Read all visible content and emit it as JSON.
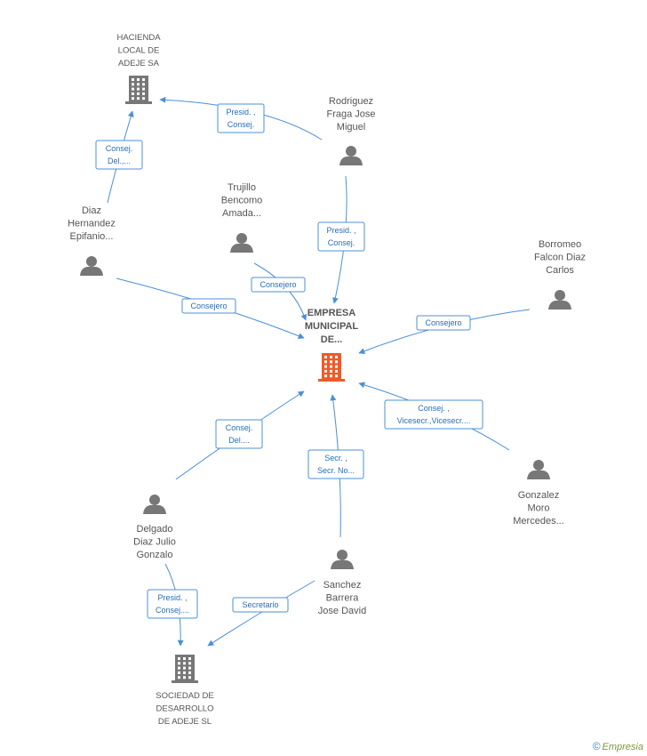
{
  "colors": {
    "edge": "#4a90d9",
    "person_icon": "#777777",
    "company_icon": "#777777",
    "center_icon": "#f05a28",
    "label": "#555555"
  },
  "center": {
    "label_lines": [
      "EMPRESA",
      "MUNICIPAL",
      "DE..."
    ],
    "icon": "building-icon"
  },
  "companies": [
    {
      "id": "hacienda",
      "label_lines": [
        "HACIENDA",
        "LOCAL DE",
        "ADEJE SA"
      ],
      "icon": "building-icon"
    },
    {
      "id": "sociedad",
      "label_lines": [
        "SOCIEDAD DE",
        "DESARROLLO",
        "DE ADEJE SL"
      ],
      "icon": "building-icon"
    }
  ],
  "people": [
    {
      "id": "rodriguez",
      "label_lines": [
        "Rodriguez",
        "Fraga Jose",
        "Miguel"
      ],
      "icon": "person-icon"
    },
    {
      "id": "trujillo",
      "label_lines": [
        "Trujillo",
        "Bencomo",
        "Amada..."
      ],
      "icon": "person-icon"
    },
    {
      "id": "diaz",
      "label_lines": [
        "Diaz",
        "Hernandez",
        "Epifanio..."
      ],
      "icon": "person-icon"
    },
    {
      "id": "borromeo",
      "label_lines": [
        "Borromeo",
        "Falcon Diaz",
        "Carlos"
      ],
      "icon": "person-icon"
    },
    {
      "id": "gonzalez",
      "label_lines": [
        "Gonzalez",
        "Moro",
        "Mercedes..."
      ],
      "icon": "person-icon"
    },
    {
      "id": "delgado",
      "label_lines": [
        "Delgado",
        "Diaz Julio",
        "Gonzalo"
      ],
      "icon": "person-icon"
    },
    {
      "id": "sanchez",
      "label_lines": [
        "Sanchez",
        "Barrera",
        "Jose David"
      ],
      "icon": "person-icon"
    }
  ],
  "edges": [
    {
      "from": "rodriguez",
      "to": "hacienda",
      "label_lines": [
        "Presid. ,",
        "Consej."
      ]
    },
    {
      "from": "diaz",
      "to": "hacienda",
      "label_lines": [
        "Consej.",
        "Del.,..."
      ]
    },
    {
      "from": "rodriguez",
      "to": "center",
      "label_lines": [
        "Presid. ,",
        "Consej."
      ]
    },
    {
      "from": "trujillo",
      "to": "center",
      "label_lines": [
        "Consejero"
      ]
    },
    {
      "from": "diaz",
      "to": "center",
      "label_lines": [
        "Consejero"
      ]
    },
    {
      "from": "borromeo",
      "to": "center",
      "label_lines": [
        "Consejero"
      ]
    },
    {
      "from": "gonzalez",
      "to": "center",
      "label_lines": [
        "Consej. ,",
        "Vicesecr.,Vicesecr...."
      ]
    },
    {
      "from": "delgado",
      "to": "center",
      "label_lines": [
        "Consej.",
        "Del...."
      ]
    },
    {
      "from": "sanchez",
      "to": "center",
      "label_lines": [
        "Secr. ,",
        "Secr. No..."
      ]
    },
    {
      "from": "delgado",
      "to": "sociedad",
      "label_lines": [
        "Presid. ,",
        "Consej...."
      ]
    },
    {
      "from": "sanchez",
      "to": "sociedad",
      "label_lines": [
        "Secretario"
      ]
    }
  ],
  "brand": {
    "copyright": "©",
    "name": "Empresia"
  }
}
